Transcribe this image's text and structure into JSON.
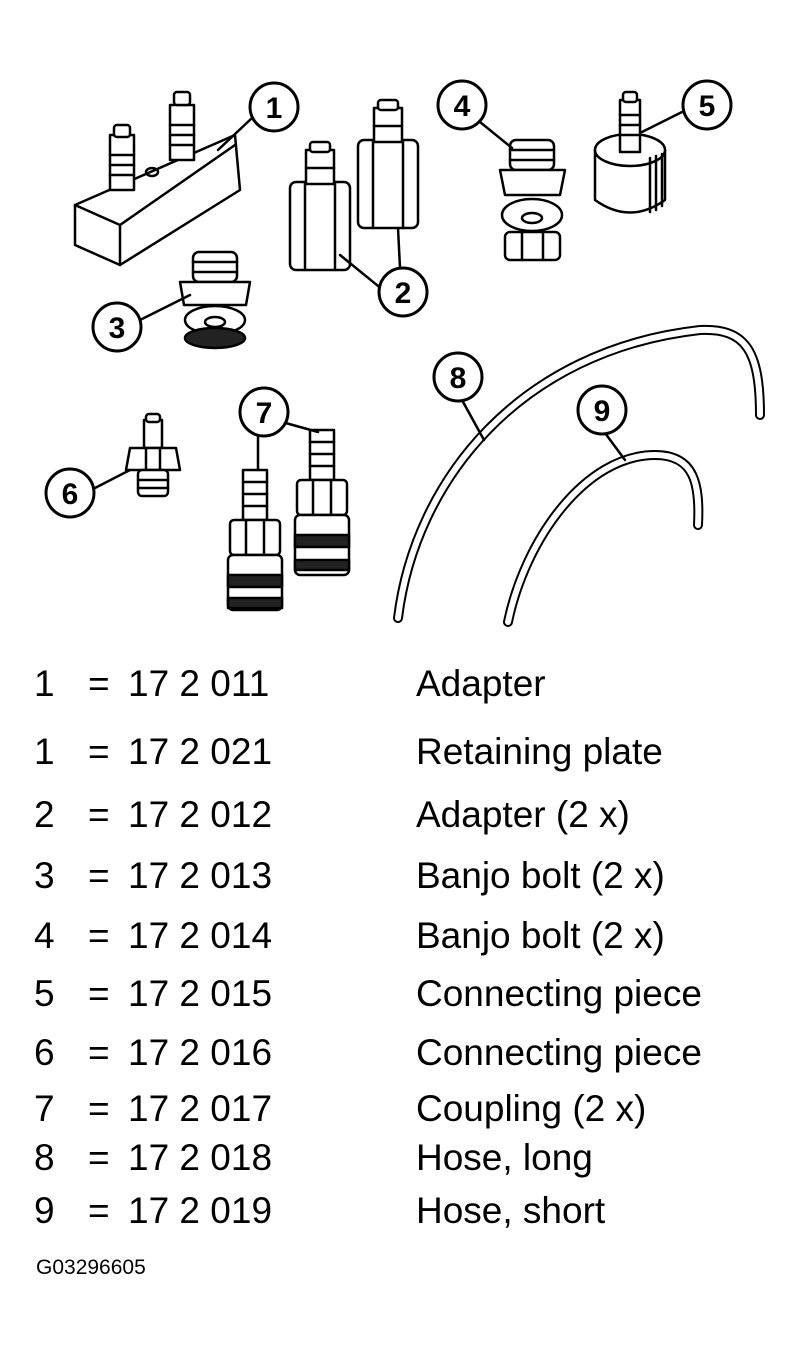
{
  "callouts": [
    "1",
    "2",
    "3",
    "4",
    "5",
    "6",
    "7",
    "8",
    "9"
  ],
  "legend": [
    {
      "num": "1",
      "eq": "=",
      "code": "17 2 011",
      "desc": "Adapter"
    },
    {
      "num": "1",
      "eq": "=",
      "code": "17 2 021",
      "desc": "Retaining plate"
    },
    {
      "num": "2",
      "eq": "=",
      "code": "17 2 012",
      "desc": "Adapter (2 x)"
    },
    {
      "num": "3",
      "eq": "=",
      "code": "17 2 013",
      "desc": "Banjo bolt (2 x)"
    },
    {
      "num": "4",
      "eq": "=",
      "code": "17 2 014",
      "desc": "Banjo bolt (2 x)"
    },
    {
      "num": "5",
      "eq": "=",
      "code": "17 2 015",
      "desc": "Connecting piece"
    },
    {
      "num": "6",
      "eq": "=",
      "code": "17 2 016",
      "desc": "Connecting piece"
    },
    {
      "num": "7",
      "eq": "=",
      "code": "17 2 017",
      "desc": "Coupling (2 x)"
    },
    {
      "num": "8",
      "eq": "=",
      "code": "17 2 018",
      "desc": "Hose, long"
    },
    {
      "num": "9",
      "eq": "=",
      "code": "17 2 019",
      "desc": "Hose, short"
    }
  ],
  "figure_id": "G03296605"
}
